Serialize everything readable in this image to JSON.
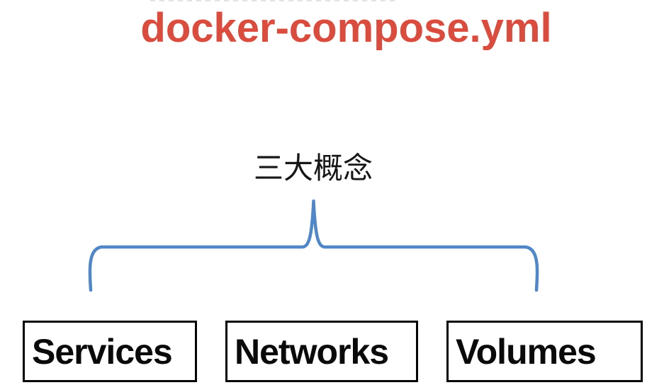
{
  "title": {
    "text": "docker-compose.yml",
    "color": "#DA4C3D"
  },
  "diagram": {
    "group_label": "三大概念",
    "brace_color": "#4F87C9",
    "concepts": [
      {
        "label": "Services"
      },
      {
        "label": "Networks"
      },
      {
        "label": "Volumes"
      }
    ]
  }
}
